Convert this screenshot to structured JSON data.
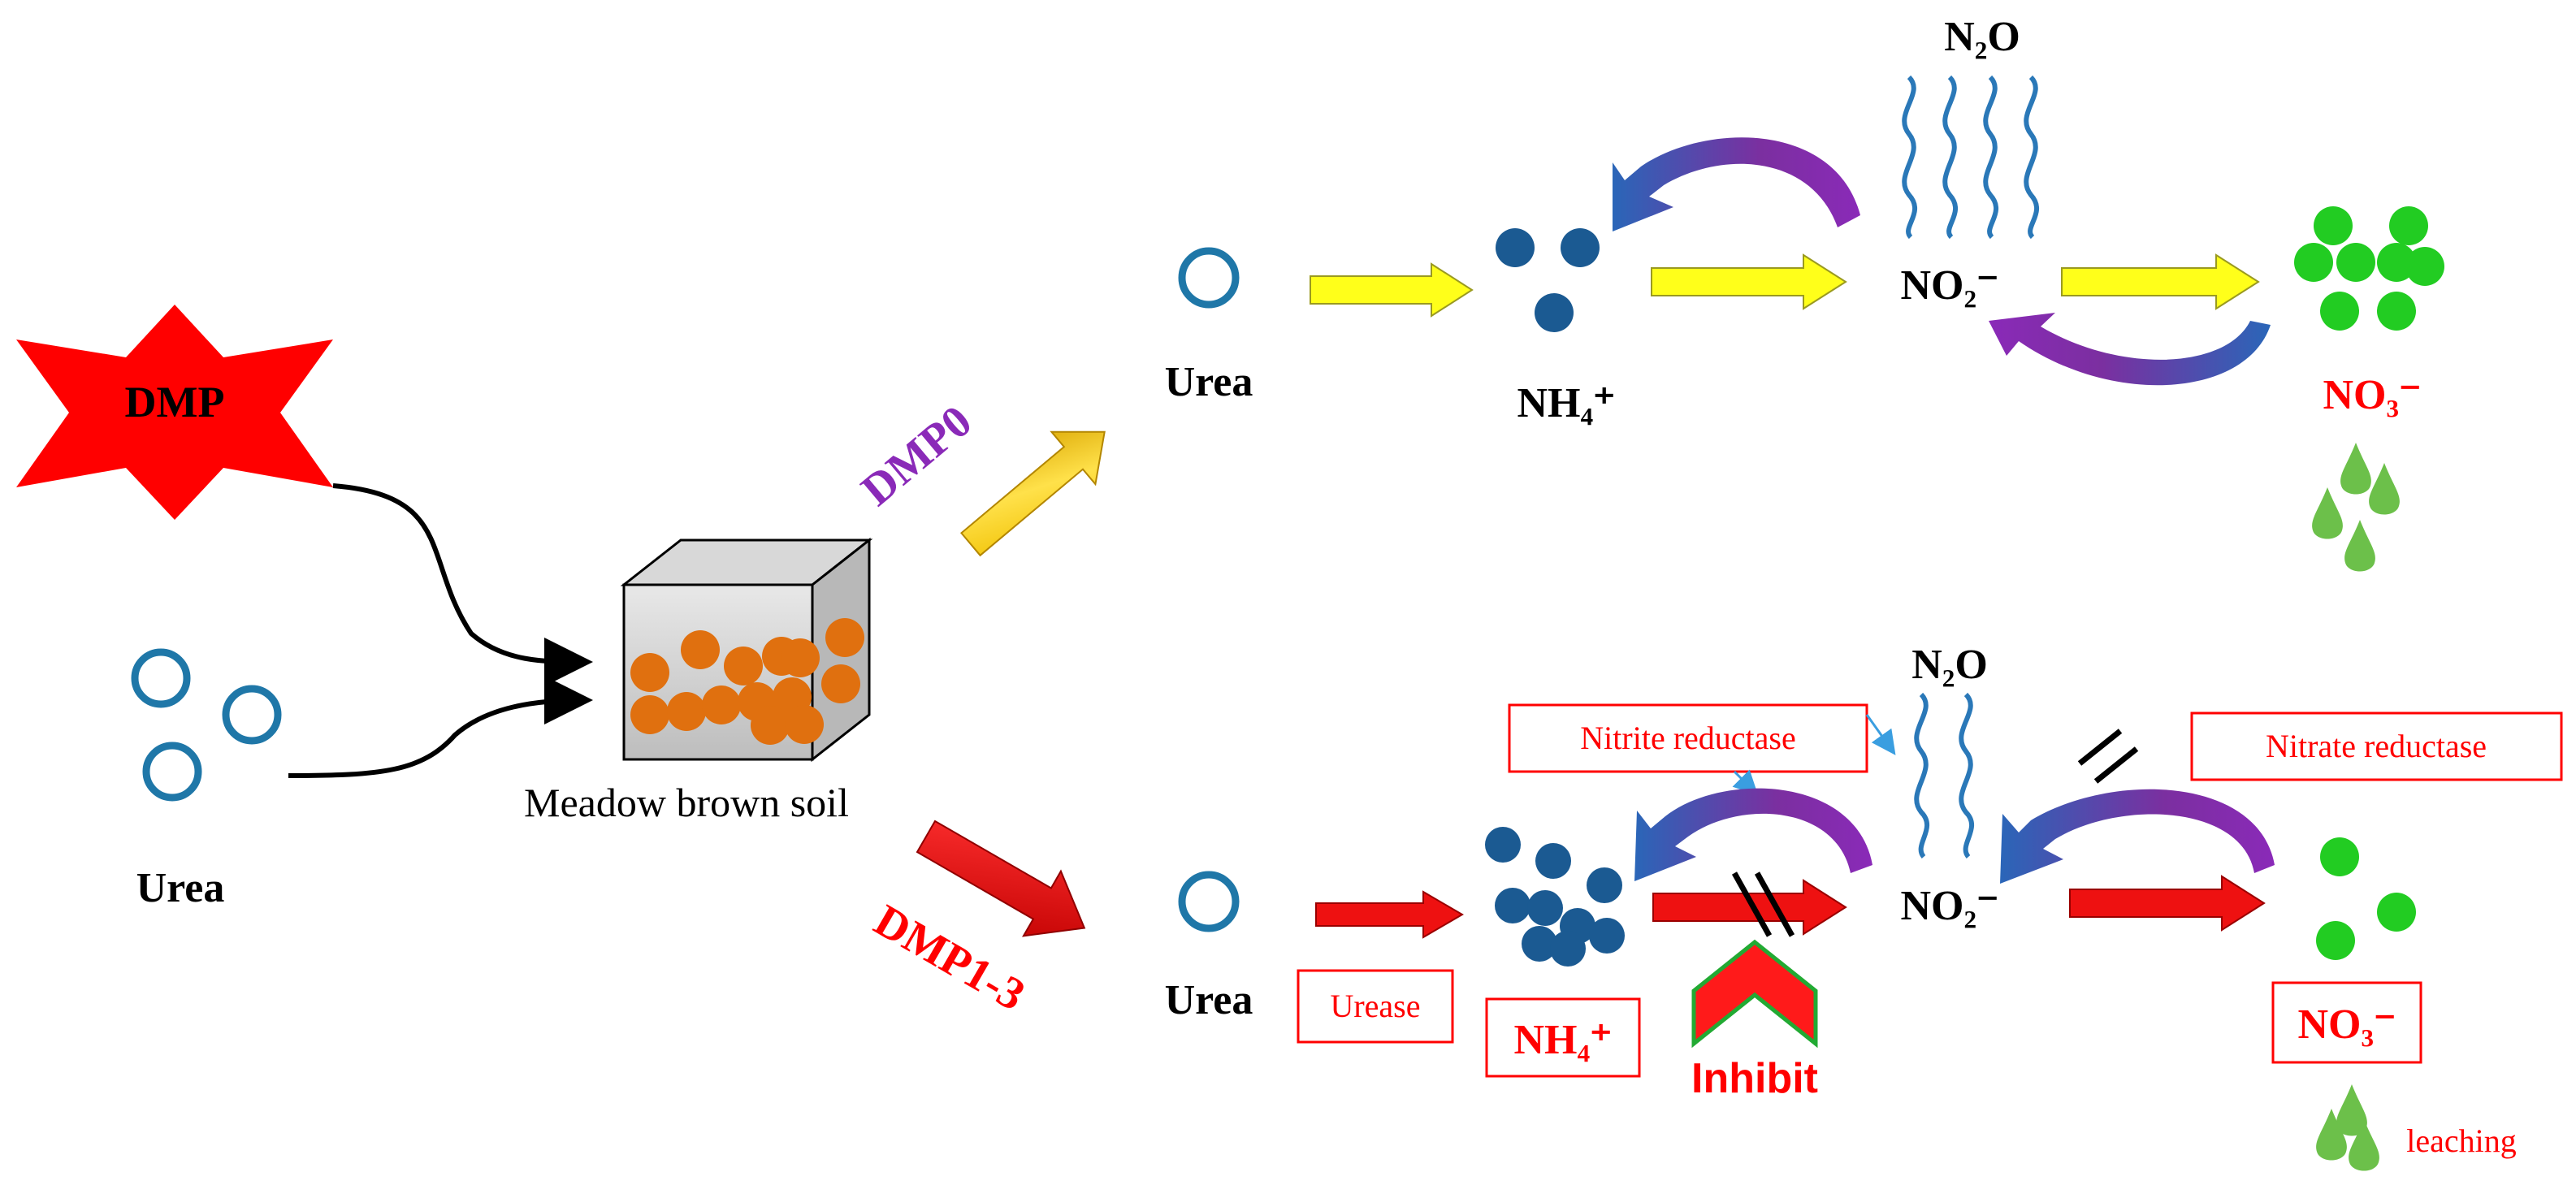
{
  "left": {
    "dmp_label": "DMP",
    "urea_label": "Urea",
    "soil_label": "Meadow brown soil"
  },
  "branch_top": {
    "treatment": "DMP0",
    "urea": "Urea",
    "ammonium": "NH₄⁺",
    "nitrite": "NO₂⁻",
    "nitrous_oxide": "N₂O",
    "nitrate": "NO₃⁻"
  },
  "branch_bottom": {
    "treatment": "DMP1-3",
    "urea": "Urea",
    "urease": "Urease",
    "ammonium": "NH₄⁺",
    "inhibit": "Inhibit",
    "nitrite_reductase": "Nitrite reductase",
    "nitrous_oxide": "N₂O",
    "nitrite": "NO₂⁻",
    "nitrate_reductase": "Nitrate reductase",
    "nitrate": "NO₃⁻",
    "leaching": "leaching"
  },
  "colors": {
    "dmp_star": "#ff0000",
    "urea_circle": "#1f77a8",
    "ammonium_dot": "#1b5a92",
    "nitrate_dot": "#22cc22",
    "soil_particle": "#e0700f",
    "yellow_arrow": "#ffff1a",
    "red_arrow": "#ee1111",
    "purple_arrow": "#7b2fa0",
    "label_red": "#ff0000",
    "treatment_top": "#8a2ab8"
  }
}
